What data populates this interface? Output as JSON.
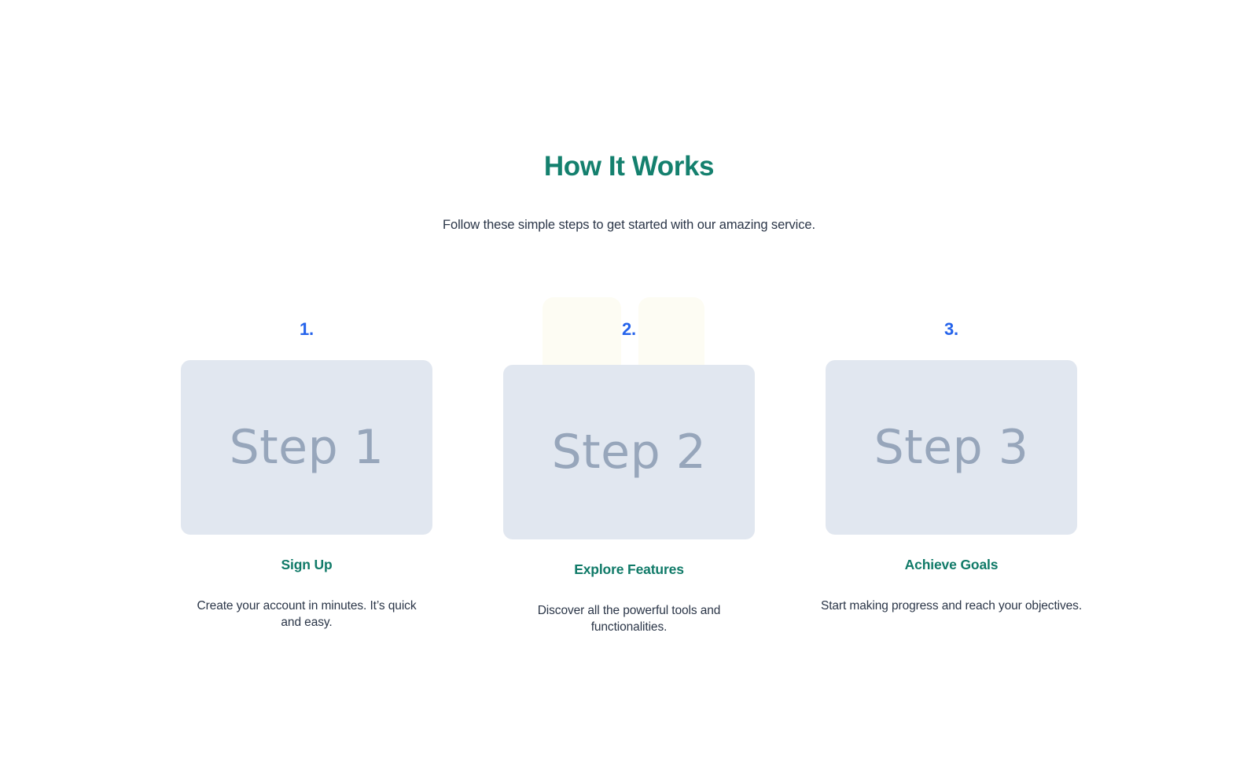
{
  "header": {
    "title": "How It Works",
    "subtitle": "Follow these simple steps to get started with our amazing service."
  },
  "colors": {
    "background": "#FFFFFF",
    "title_teal": "#14806E",
    "step_title_teal": "#107A68",
    "number_blue": "#2563EB",
    "body_text": "#2B3648",
    "thumb_bg": "#E1E7F0",
    "thumb_text": "#97A6BB",
    "decor_cream": "#FDFCF3"
  },
  "steps": [
    {
      "number": "1.",
      "thumb_label": "Step 1",
      "title": "Sign Up",
      "description": "Create your account in minutes. It’s quick and easy."
    },
    {
      "number": "2.",
      "thumb_label": "Step 2",
      "title": "Explore Features",
      "description": "Discover all the powerful tools and functionalities."
    },
    {
      "number": "3.",
      "thumb_label": "Step 3",
      "title": "Achieve Goals",
      "description": "Start making progress and reach your objectives."
    }
  ]
}
